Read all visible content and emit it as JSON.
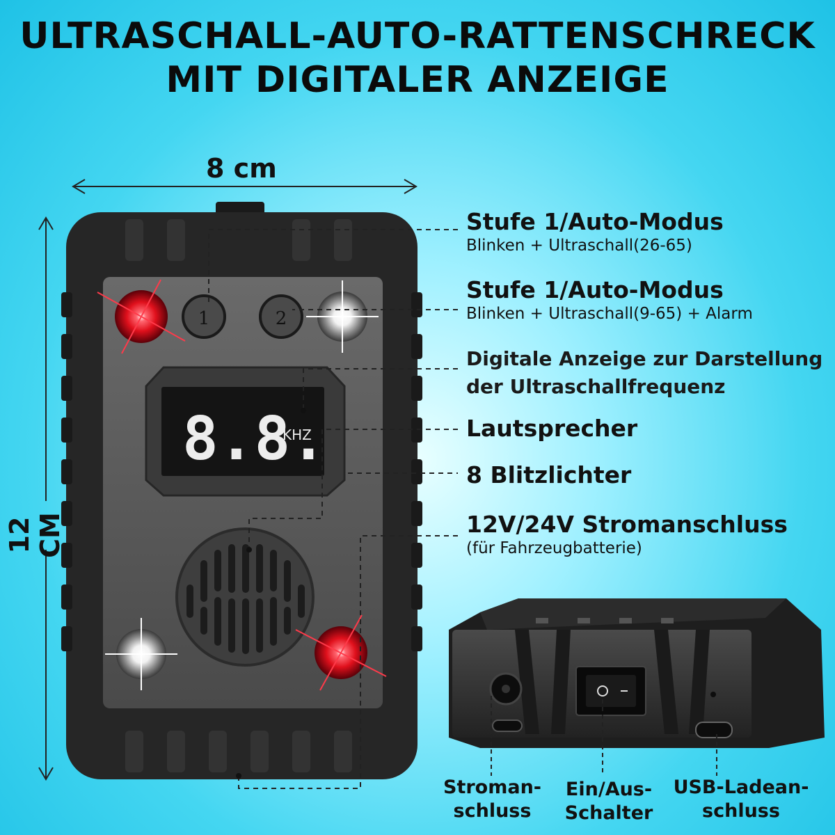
{
  "title": {
    "line1": "ULTRASCHALL-AUTO-RATTENSCHRECK",
    "line2": "MIT DIGITALER ANZEIGE"
  },
  "dimensions": {
    "width": "8 cm",
    "height": "12 CM"
  },
  "device": {
    "button1": "1",
    "button2": "2",
    "display_digits": "8.8.",
    "display_unit": "KHZ"
  },
  "callouts": [
    {
      "main": "Stufe 1/Auto-Modus",
      "sub": "Blinken + Ultraschall(26-65)"
    },
    {
      "main": "Stufe 1/Auto-Modus",
      "sub": "Blinken + Ultraschall(9-65) + Alarm"
    },
    {
      "line1": "Digitale Anzeige zur Darstellung",
      "line2": "der Ultraschallfrequenz"
    },
    {
      "main": "Lautsprecher"
    },
    {
      "main": "8 Blitzlichter"
    },
    {
      "main": "12V/24V Stromanschluss",
      "sub": "(für Fahrzeugbatterie)"
    }
  ],
  "ports": [
    {
      "line1": "Stroman-",
      "line2": "schluss"
    },
    {
      "line1": "Ein/Aus-",
      "line2": "Schalter"
    },
    {
      "line1": "USB-Ladean-",
      "line2": "schluss"
    }
  ],
  "colors": {
    "background": "#44d6f1",
    "device_body": "#2a2a2a",
    "device_face": "#555555",
    "led_red": "#ff2030",
    "led_white": "#ffffff"
  }
}
